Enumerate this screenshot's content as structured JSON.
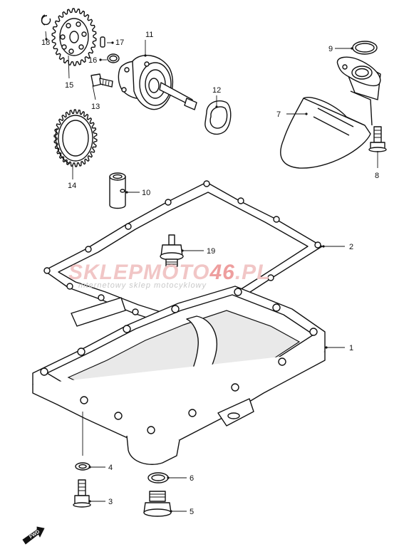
{
  "watermark": {
    "brand_part1": "SKLEPMOTO",
    "brand_part2": "46",
    "brand_part3": ".PL",
    "subtitle": "internetowy sklep motocyklowy",
    "brand_color": "#f1c6c6"
  },
  "direction_marker": {
    "label": "FWD",
    "icon": "forward-arrow-icon"
  },
  "callouts": [
    {
      "id": "c1",
      "label": "1"
    },
    {
      "id": "c2",
      "label": "2"
    },
    {
      "id": "c3",
      "label": "3"
    },
    {
      "id": "c4",
      "label": "4"
    },
    {
      "id": "c5",
      "label": "5"
    },
    {
      "id": "c6",
      "label": "6"
    },
    {
      "id": "c7",
      "label": "7"
    },
    {
      "id": "c8",
      "label": "8"
    },
    {
      "id": "c9",
      "label": "9"
    },
    {
      "id": "c10",
      "label": "10"
    },
    {
      "id": "c11",
      "label": "11"
    },
    {
      "id": "c12",
      "label": "12"
    },
    {
      "id": "c13",
      "label": "13"
    },
    {
      "id": "c14",
      "label": "14"
    },
    {
      "id": "c15",
      "label": "15"
    },
    {
      "id": "c16",
      "label": "16"
    },
    {
      "id": "c17",
      "label": "17"
    },
    {
      "id": "c18",
      "label": "18"
    },
    {
      "id": "c19",
      "label": "19"
    }
  ]
}
